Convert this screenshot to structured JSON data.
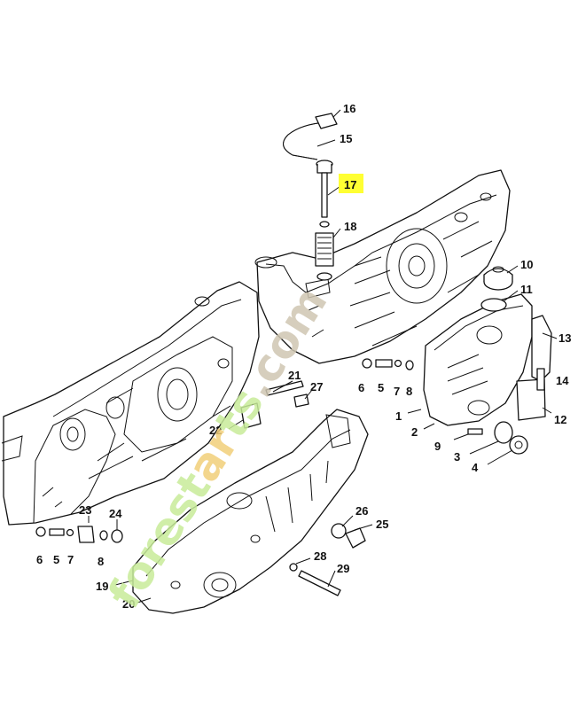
{
  "colors": {
    "line": "#111111",
    "highlight": "#ffff33",
    "watermark_green": "#c8ec9a",
    "watermark_orange": "#f2cf7a",
    "watermark_tan": "#cfc6b2"
  },
  "callouts": {
    "c1": "1",
    "c2": "2",
    "c3": "3",
    "c4": "4",
    "c5a": "5",
    "c5b": "5",
    "c6a": "6",
    "c6b": "6",
    "c7a": "7",
    "c7b": "7",
    "c8a": "8",
    "c8b": "8",
    "c9": "9",
    "c10": "10",
    "c11": "11",
    "c12": "12",
    "c13": "13",
    "c14": "14",
    "c15": "15",
    "c16": "16",
    "c17": "17",
    "c18": "18",
    "c19": "19",
    "c20": "20",
    "c21": "21",
    "c22": "22",
    "c23": "23",
    "c24": "24",
    "c25": "25",
    "c26": "26",
    "c27": "27",
    "c28": "28",
    "c29": "29"
  },
  "highlighted_part": "17",
  "watermark": {
    "part1": "forest",
    "part2": "ar",
    "part3": "ts",
    "part4": ".com"
  }
}
